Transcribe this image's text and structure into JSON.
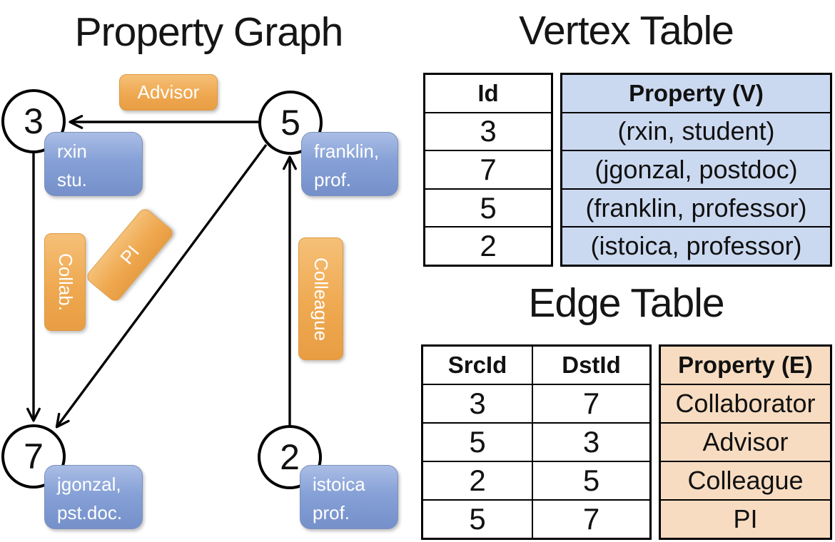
{
  "slide": {
    "graph": {
      "title": "Property Graph",
      "nodes": [
        {
          "id": "3",
          "label_line1": "rxin",
          "label_line2": "stu."
        },
        {
          "id": "5",
          "label_line1": "franklin,",
          "label_line2": "prof."
        },
        {
          "id": "7",
          "label_line1": "jgonzal,",
          "label_line2": "pst.doc."
        },
        {
          "id": "2",
          "label_line1": "istoica",
          "label_line2": "prof."
        }
      ],
      "edges": [
        {
          "label": "Advisor",
          "from": "5",
          "to": "3"
        },
        {
          "label": "Collab.",
          "from": "3",
          "to": "7"
        },
        {
          "label": "PI",
          "from": "5",
          "to": "7"
        },
        {
          "label": "Colleague",
          "from": "2",
          "to": "5"
        }
      ]
    },
    "vertex_table": {
      "title": "Vertex Table",
      "headers": {
        "id": "Id",
        "property": "Property (V)"
      },
      "rows": [
        {
          "id": "3",
          "property": "(rxin, student)"
        },
        {
          "id": "7",
          "property": "(jgonzal, postdoc)"
        },
        {
          "id": "5",
          "property": "(franklin, professor)"
        },
        {
          "id": "2",
          "property": "(istoica, professor)"
        }
      ]
    },
    "edge_table": {
      "title": "Edge Table",
      "headers": {
        "src": "SrcId",
        "dst": "DstId",
        "property": "Property (E)"
      },
      "rows": [
        {
          "src": "3",
          "dst": "7",
          "property": "Collaborator"
        },
        {
          "src": "5",
          "dst": "3",
          "property": "Advisor"
        },
        {
          "src": "2",
          "dst": "5",
          "property": "Colleague"
        },
        {
          "src": "5",
          "dst": "7",
          "property": "PI"
        }
      ]
    },
    "colors": {
      "vertex_property_fill": "#cbd9f0",
      "edge_property_fill": "#f7dcc1",
      "vertex_badge_blue": "#7d99cf",
      "edge_badge_orange": "#eda64e",
      "edge_line": "#000000"
    }
  }
}
